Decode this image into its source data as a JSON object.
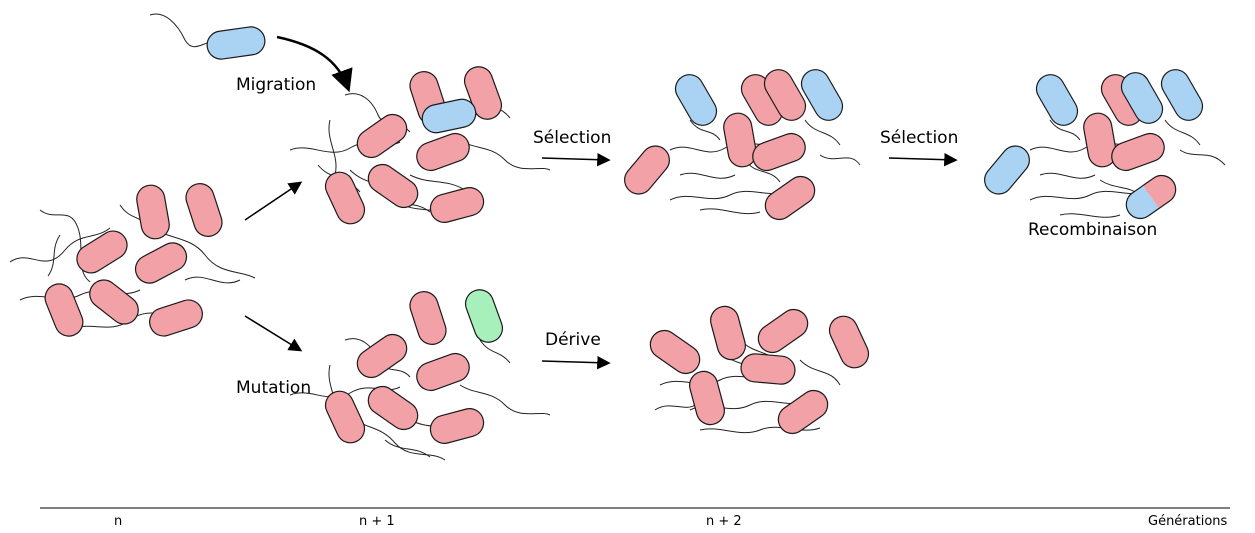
{
  "colors": {
    "native": "#f2a2a7",
    "migrant": "#a9d2f3",
    "mutant": "#a8f0bb",
    "outline": "#1a1a1a"
  },
  "labels": {
    "migration": "Migration",
    "mutation": "Mutation",
    "selection_1": "Sélection",
    "selection_2": "Sélection",
    "drift": "Dérive",
    "recombination": "Recombinaison"
  },
  "axis": {
    "gen_n": "n",
    "gen_n1": "n + 1",
    "gen_n2": "n + 2",
    "title": "Générations"
  }
}
